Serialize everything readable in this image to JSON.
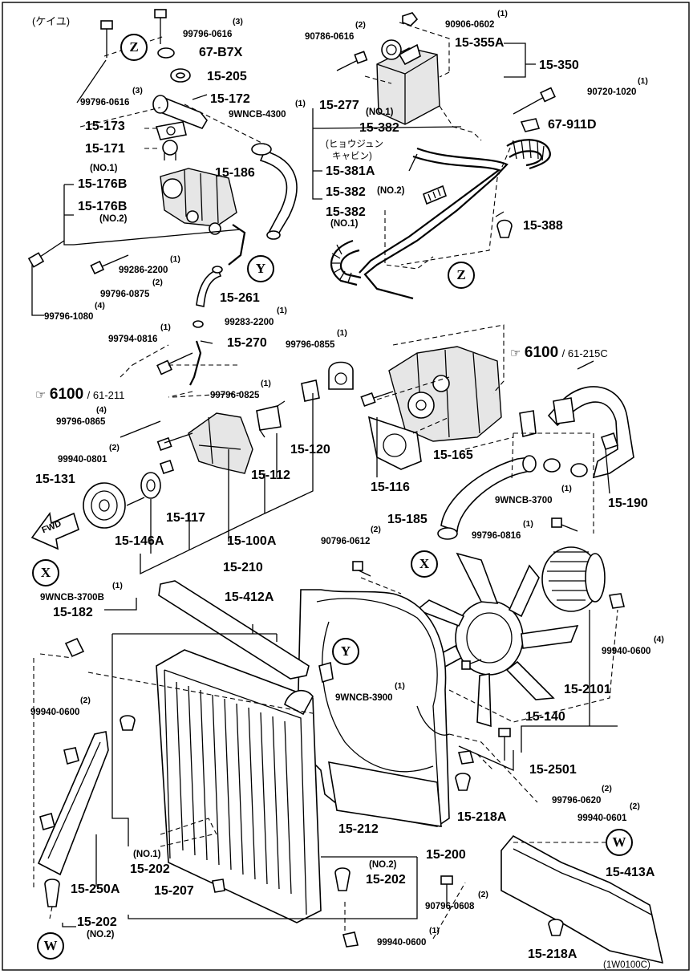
{
  "header": {
    "region_note": "(ケイユ)"
  },
  "refs": {
    "top_right": {
      "num": "6100",
      "sub": "/ 61-215C"
    },
    "left": {
      "num": "6100",
      "sub": "/ 61-211"
    }
  },
  "markers": {
    "z": "Z",
    "y": "Y",
    "x": "X",
    "w": "W"
  },
  "fwd": "FWD",
  "parts": {
    "p99796_0616_a": "99796-0616",
    "q3_a": "(3)",
    "p67_b7x": "67-B7X",
    "p15_205": "15-205",
    "q3_b": "(3)",
    "p99796_0616_b": "99796-0616",
    "p15_172": "15-172",
    "p15_173": "15-173",
    "p15_171": "15-171",
    "no1_a": "(NO.1)",
    "p15_176b_1": "15-176B",
    "p15_176b_2": "15-176B",
    "no2_a": "(NO.2)",
    "p15_186": "15-186",
    "q1_c": "(1)",
    "p9wncb_4300": "9WNCB-4300",
    "q2_d": "(2)",
    "p90786_0616": "90786-0616",
    "q1_e": "(1)",
    "p90906_0602": "90906-0602",
    "p15_355a": "15-355A",
    "p15_350": "15-350",
    "q1_f": "(1)",
    "p90720_1020": "90720-1020",
    "p15_277": "15-277",
    "no1_b": "(NO.1)",
    "p15_382_a": "15-382",
    "p67_911d": "67-911D",
    "jp_note_1": "(ヒョウジュン",
    "jp_note_2": "キャビン)",
    "p15_381a": "15-381A",
    "p15_382_b": "15-382",
    "no2_b": "(NO.2)",
    "p15_382_c": "15-382",
    "no1_c": "(NO.1)",
    "p15_388": "15-388",
    "q1_g": "(1)",
    "p99286_2200": "99286-2200",
    "q2_h": "(2)",
    "p99796_0875": "99796-0875",
    "q4_i": "(4)",
    "p99796_1080": "99796-1080",
    "p15_261": "15-261",
    "q1_j": "(1)",
    "p99283_2200": "99283-2200",
    "q1_k": "(1)",
    "p99794_0816": "99794-0816",
    "p15_270": "15-270",
    "q1_l": "(1)",
    "p99796_0855": "99796-0855",
    "q1_m": "(1)",
    "p99796_0825": "99796-0825",
    "q4_n": "(4)",
    "p99796_0865": "99796-0865",
    "q2_o": "(2)",
    "p99940_0801": "99940-0801",
    "p15_131": "15-131",
    "p15_112": "15-112",
    "p15_120": "15-120",
    "p15_116": "15-116",
    "p15_117": "15-117",
    "p15_146a": "15-146A",
    "p15_100a": "15-100A",
    "p15_165": "15-165",
    "p15_185": "15-185",
    "q1_p": "(1)",
    "p9wncb_3700": "9WNCB-3700",
    "q1_q": "(1)",
    "p99796_0816": "99796-0816",
    "p15_190": "15-190",
    "q2_r": "(2)",
    "p90796_0612": "90796-0612",
    "p15_210": "15-210",
    "q1_s": "(1)",
    "p9wncb_3700b": "9WNCB-3700B",
    "p15_182": "15-182",
    "p15_412a": "15-412A",
    "q1_t": "(1)",
    "p9wncb_3900": "9WNCB-3900",
    "q4_u": "(4)",
    "p99940_0600_a": "99940-0600",
    "p15_2101": "15-2101",
    "p15_140": "15-140",
    "p15_2501": "15-2501",
    "q2_v": "(2)",
    "p99940_0600_b": "99940-0600",
    "q2_w": "(2)",
    "p99796_0620": "99796-0620",
    "q2_x": "(2)",
    "p99940_0601": "99940-0601",
    "p15_218a_a": "15-218A",
    "p15_212": "15-212",
    "p15_200": "15-200",
    "no1_d": "(NO.1)",
    "p15_202_a": "15-202",
    "p15_207": "15-207",
    "no2_d": "(NO.2)",
    "p15_202_b": "15-202",
    "p15_250a": "15-250A",
    "p15_202_c": "15-202",
    "no2_e": "(NO.2)",
    "p15_413a": "15-413A",
    "q2_y": "(2)",
    "p90796_0608": "90796-0608",
    "q1_z": "(1)",
    "p99940_0600_c": "99940-0600",
    "p15_218a_b": "15-218A",
    "footer_code": "(1W0100C)"
  }
}
